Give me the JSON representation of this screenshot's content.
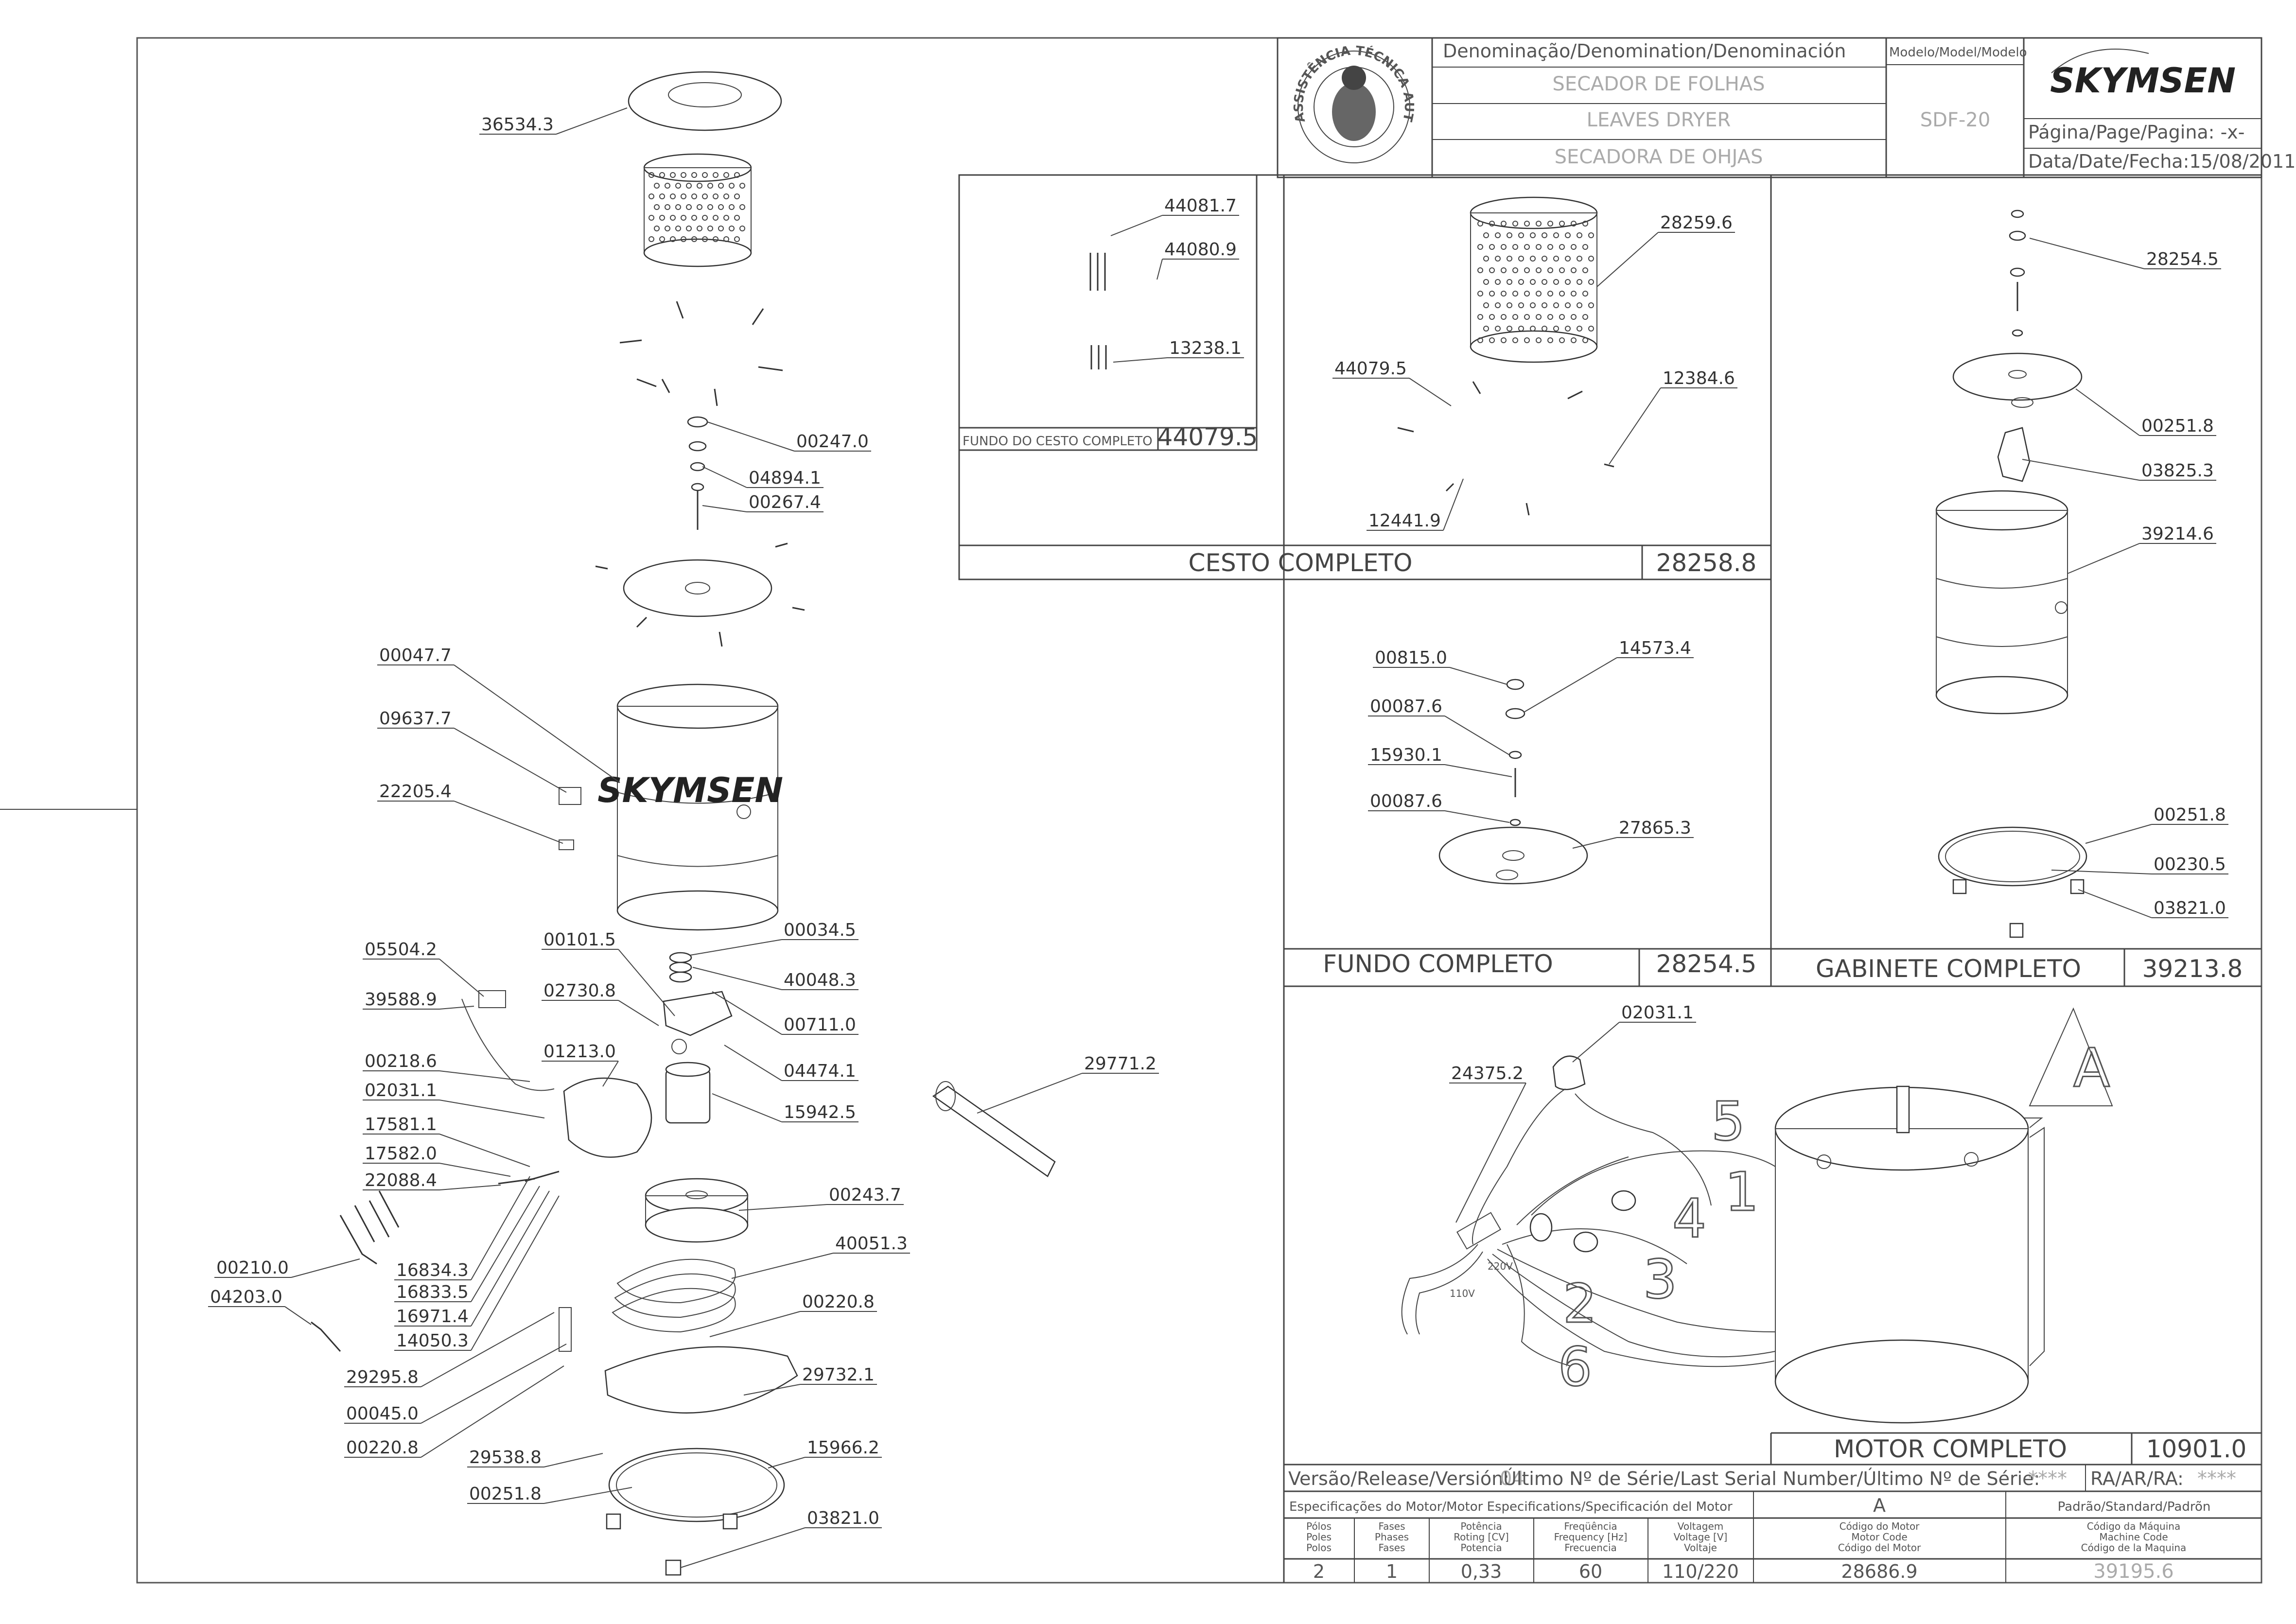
{
  "title_block": {
    "denomination_header": "Denominação/Denomination/Denominación",
    "model_header": "Modelo/Model/Modelo",
    "names": [
      "SECADOR DE FOLHAS",
      "LEAVES DRYER",
      "SECADORA DE OHJAS"
    ],
    "model": "SDF-20",
    "brand": "SKYMSEN",
    "page_label": "Página/Page/Pagina: -x-",
    "date_label": "Data/Date/Fecha:15/08/2011",
    "seal_text": "ASSISTÊNCIA TÉCNICA AUTORIZADA"
  },
  "assemblies": {
    "fundo_cesto": {
      "name": "FUNDO DO CESTO COMPLETO",
      "code": "44079.5"
    },
    "cesto": {
      "name": "CESTO COMPLETO",
      "code": "28258.8"
    },
    "fundo": {
      "name": "FUNDO COMPLETO",
      "code": "28254.5"
    },
    "gabinete": {
      "name": "GABINETE COMPLETO",
      "code": "39213.8"
    },
    "motor": {
      "name": "MOTOR COMPLETO",
      "code": "10901.0"
    }
  },
  "detail_letter": "A",
  "motor_wire_numbers": [
    "1",
    "2",
    "3",
    "4",
    "5",
    "6"
  ],
  "motor_voltage_labels": [
    "220V",
    "110V"
  ],
  "main_parts": {
    "p36534_3": "36534.3",
    "p00247_0": "00247.0",
    "p04894_1": "04894.1",
    "p00267_4": "00267.4",
    "p00047_7": "00047.7",
    "p09637_7": "09637.7",
    "p22205_4": "22205.4",
    "p05504_2": "05504.2",
    "p39588_9": "39588.9",
    "p00218_6": "00218.6",
    "p02031_1": "02031.1",
    "p17581_1": "17581.1",
    "p17582_0": "17582.0",
    "p22088_4": "22088.4",
    "p00210_0": "00210.0",
    "p04203_0": "04203.0",
    "p16834_3": "16834.3",
    "p16833_5": "16833.5",
    "p16971_4": "16971.4",
    "p14050_3": "14050.3",
    "p29295_8": "29295.8",
    "p00045_0": "00045.0",
    "p00220_8a": "00220.8",
    "p29538_8": "29538.8",
    "p00251_8": "00251.8",
    "p00101_5": "00101.5",
    "p02730_8": "02730.8",
    "p01213_0": "01213.0",
    "p00034_5": "00034.5",
    "p40048_3": "40048.3",
    "p00711_0": "00711.0",
    "p04474_1": "04474.1",
    "p15942_5": "15942.5",
    "p29771_2": "29771.2",
    "p00243_7": "00243.7",
    "p40051_3": "40051.3",
    "p00220_8b": "00220.8",
    "p29732_1": "29732.1",
    "p15966_2": "15966.2",
    "p03821_0": "03821.0"
  },
  "cesto_parts": {
    "p44081_7": "44081.7",
    "p44080_9": "44080.9",
    "p13238_1": "13238.1",
    "p28259_6": "28259.6",
    "p44079_5": "44079.5",
    "p12384_6": "12384.6",
    "p12441_9": "12441.9"
  },
  "fundo_parts": {
    "p00815_0": "00815.0",
    "p14573_4": "14573.4",
    "p00087_6a": "00087.6",
    "p15930_1": "15930.1",
    "p00087_6b": "00087.6",
    "p27865_3": "27865.3"
  },
  "gabinete_parts": {
    "p28254_5": "28254.5",
    "p00251_8a": "00251.8",
    "p03825_3": "03825.3",
    "p39214_6": "39214.6",
    "p00251_8b": "00251.8",
    "p00230_5": "00230.5",
    "p03821_0": "03821.0"
  },
  "motor_parts": {
    "p02031_1": "02031.1",
    "p24375_2": "24375.2"
  },
  "release": {
    "version_label": "Versão/Release/Versión:",
    "version_value": "04",
    "serial_label": "Último Nº de Série/Last Serial Number/Último Nº de Série:",
    "serial_value": "****",
    "ra_label": "RA/AR/RA:",
    "ra_value": "****"
  },
  "spec": {
    "header": "Especificações do Motor/Motor Especifications/Specificación del Motor",
    "col_a": "A",
    "standard_label": "Padrão/Standard/Padrõn",
    "columns": [
      [
        "Pólos",
        "Poles",
        "Polos"
      ],
      [
        "Fases",
        "Phases",
        "Fases"
      ],
      [
        "Potência",
        "Roting [CV]",
        "Potencia"
      ],
      [
        "Freqüência",
        "Frequency [Hz]",
        "Frecuencia"
      ],
      [
        "Voltagem",
        "Voltage [V]",
        "Voltaje"
      ],
      [
        "Código do Motor",
        "Motor Code",
        "Código del Motor"
      ],
      [
        "Código da Máquina",
        "Machine Code",
        "Código de la Maquina"
      ]
    ],
    "values": [
      "2",
      "1",
      "0,33",
      "60",
      "110/220",
      "28686.9",
      "39195.6"
    ]
  }
}
